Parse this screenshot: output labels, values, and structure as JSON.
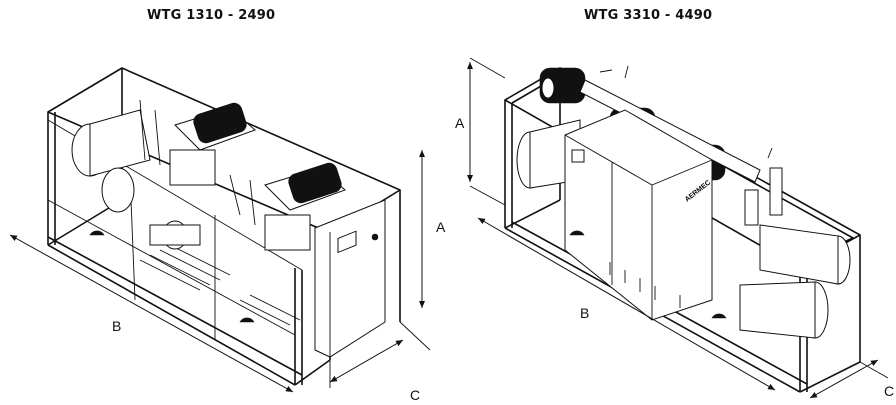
{
  "left_unit": {
    "title": "WTG 1310 - 2490",
    "dim_a": "A",
    "dim_b": "B",
    "dim_c": "C"
  },
  "right_unit": {
    "title": "WTG 3310 - 4490",
    "dim_a": "A",
    "dim_b": "B",
    "dim_c": "C",
    "brand_label": "AERMEC"
  },
  "colors": {
    "line": "#111111",
    "background": "#ffffff"
  }
}
